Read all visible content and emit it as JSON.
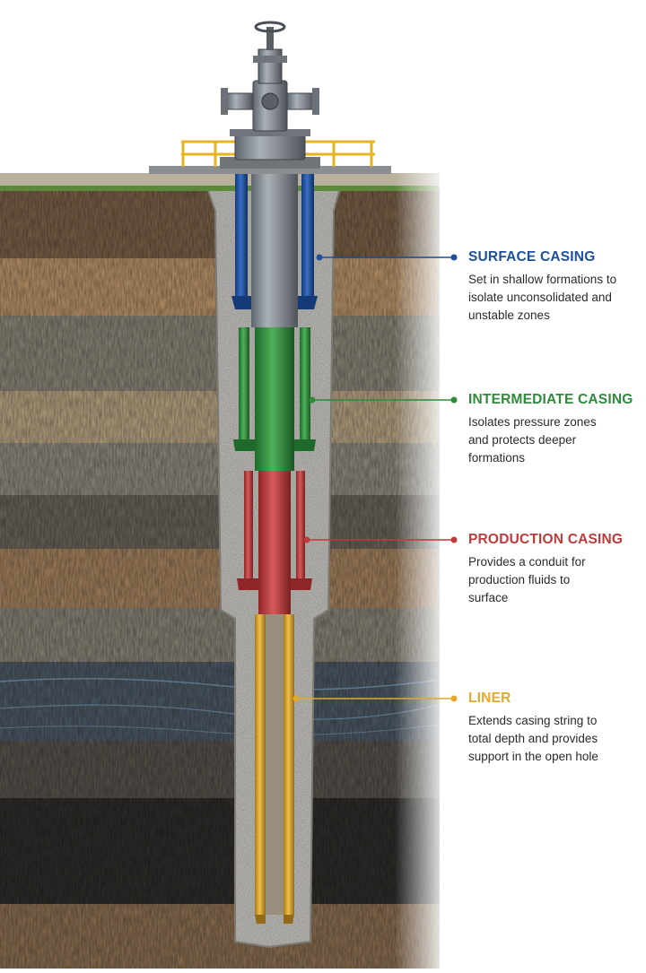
{
  "colors": {
    "surface": "#1f4f9a",
    "intermediate": "#2e8b3a",
    "production": "#c0393b",
    "liner": "#e2a92b",
    "cement": "#c9c6c0",
    "wellhead": "#8a9096",
    "railing": "#e6b422"
  },
  "icons": {
    "wellhead": "wellhead-valve-icon",
    "railing": "platform-railing-icon"
  },
  "callouts": [
    {
      "id": "surface",
      "title": "SURFACE CASING",
      "desc": "Set in shallow formations to isolate unconsolidated and unstable zones"
    },
    {
      "id": "intermediate",
      "title": "INTERMEDIATE CASING",
      "desc": "Isolates pressure zones and protects deeper formations"
    },
    {
      "id": "production",
      "title": "PRODUCTION CASING",
      "desc": "Provides a conduit for production fluids to surface"
    },
    {
      "id": "liner",
      "title": "LINER",
      "desc": "Extends casing string to total depth and provides support in the open hole"
    }
  ]
}
